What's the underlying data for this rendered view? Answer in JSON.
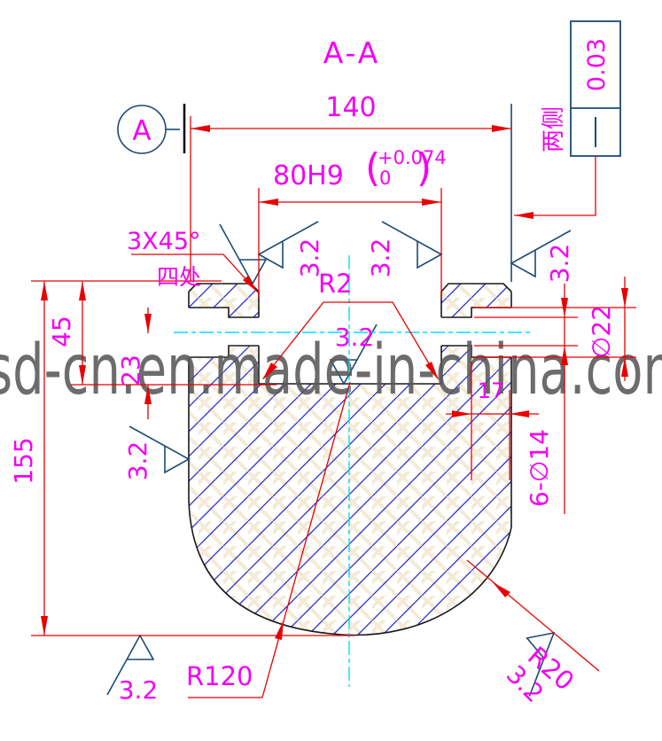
{
  "drawing": {
    "section_title": "A-A",
    "datum_label": "A",
    "watermark": "sd-cn.en.made-in-china.com"
  },
  "dims": {
    "overall_width": "140",
    "bore": "80H9",
    "paren_open": "(",
    "bore_tol_upper": "+0.074",
    "bore_tol_lower": "0",
    "paren_close": ")",
    "chamfer": "3X45°",
    "chamfer_places": "四处",
    "fillet_radius": "R2",
    "surface_roughness": "3.2",
    "height_overall": "155",
    "height_upper": "45",
    "height_hole_center": "23",
    "counterbore_dia": "∅22",
    "counterbore_depth": "17",
    "bolt_holes": "6-∅14",
    "bottom_radius": "R120",
    "corner_radius": "R20"
  },
  "tolerance_frame": {
    "value": "0.03",
    "note": "两侧"
  },
  "colors": {
    "dimension_text": "#f400f4",
    "dimension_lines": "#e80000",
    "outline": "#1a1a1a",
    "hatch": "#2a2ad0",
    "symbols": "#1b4a74",
    "centerline": "#00dfff",
    "watermark": "#58585a"
  }
}
